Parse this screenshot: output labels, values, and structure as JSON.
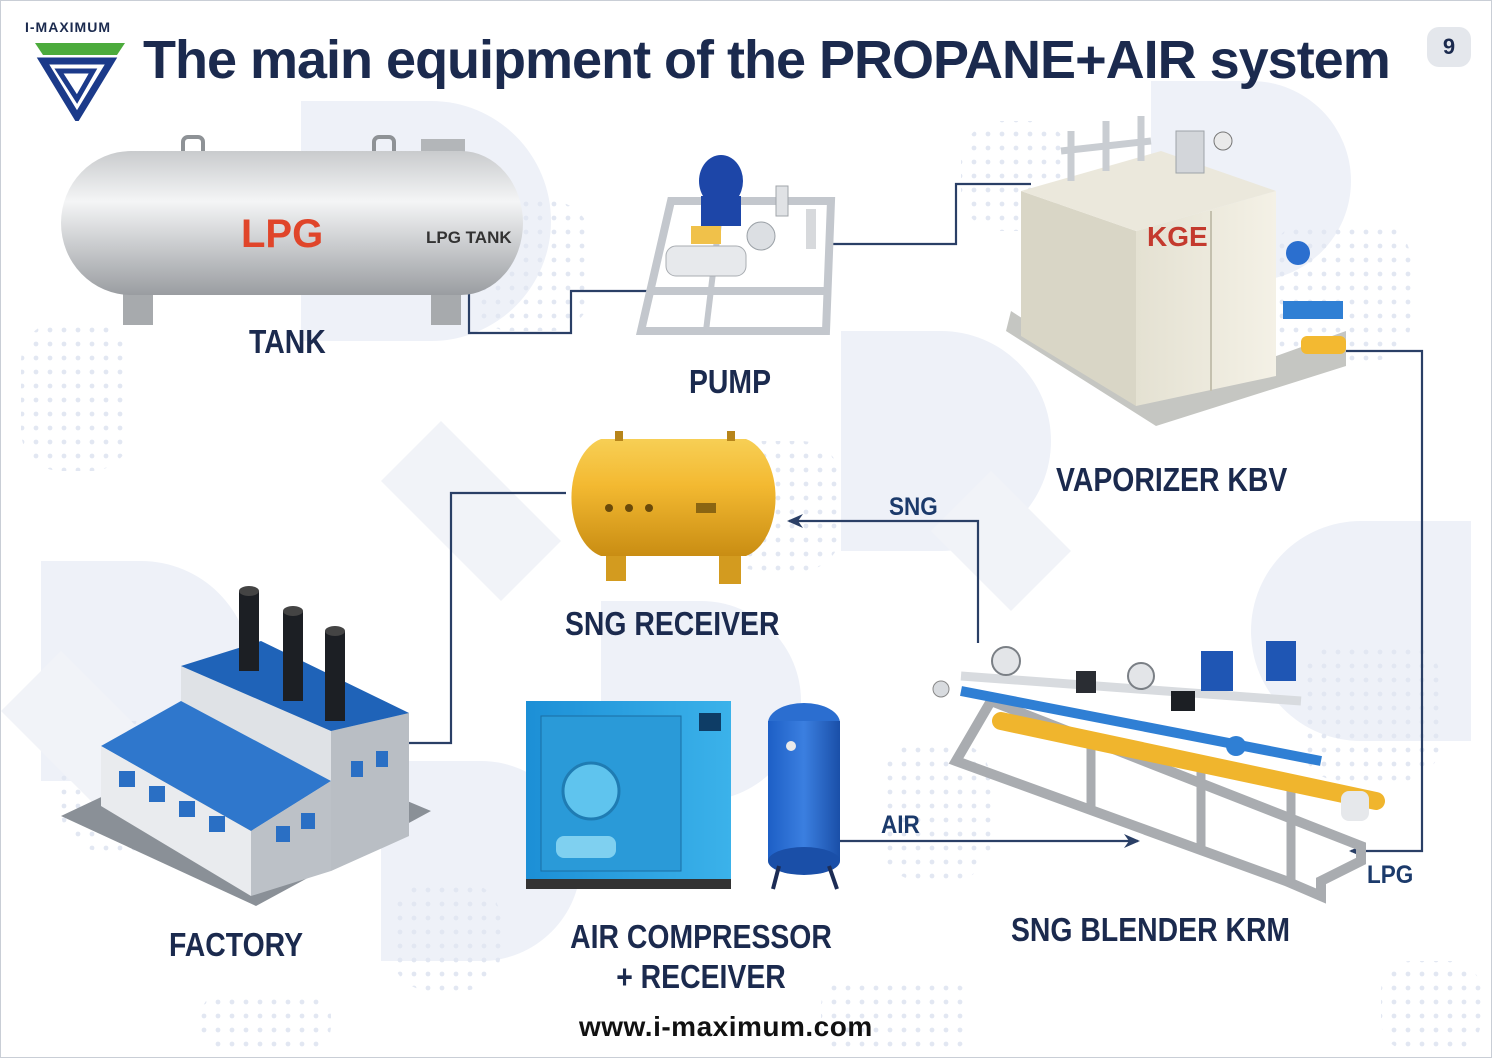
{
  "brand": "I-MAXIMUM",
  "title": "The main equipment of the PROPANE+AIR system",
  "page_number": "9",
  "equipment": {
    "tank": {
      "label": "TANK",
      "body_text": "LPG",
      "tag_text": "LPG TANK"
    },
    "pump": {
      "label": "PUMP"
    },
    "vaporizer": {
      "label": "VAPORIZER KBV",
      "brand_text": "KGE"
    },
    "receiver": {
      "label": "SNG RECEIVER"
    },
    "factory": {
      "label": "FACTORY"
    },
    "compressor": {
      "label_line1": "AIR COMPRESSOR",
      "label_line2": "+ RECEIVER"
    },
    "blender": {
      "label": "SNG BLENDER KRM"
    }
  },
  "flows": {
    "sng": "SNG",
    "air": "AIR",
    "lpg": "LPG"
  },
  "website": "www.i-maximum.com",
  "colors": {
    "navy": "#1b2a4e",
    "line": "#2a3f66",
    "accent_green": "#4cab3c",
    "tank_red": "#e0452a"
  }
}
